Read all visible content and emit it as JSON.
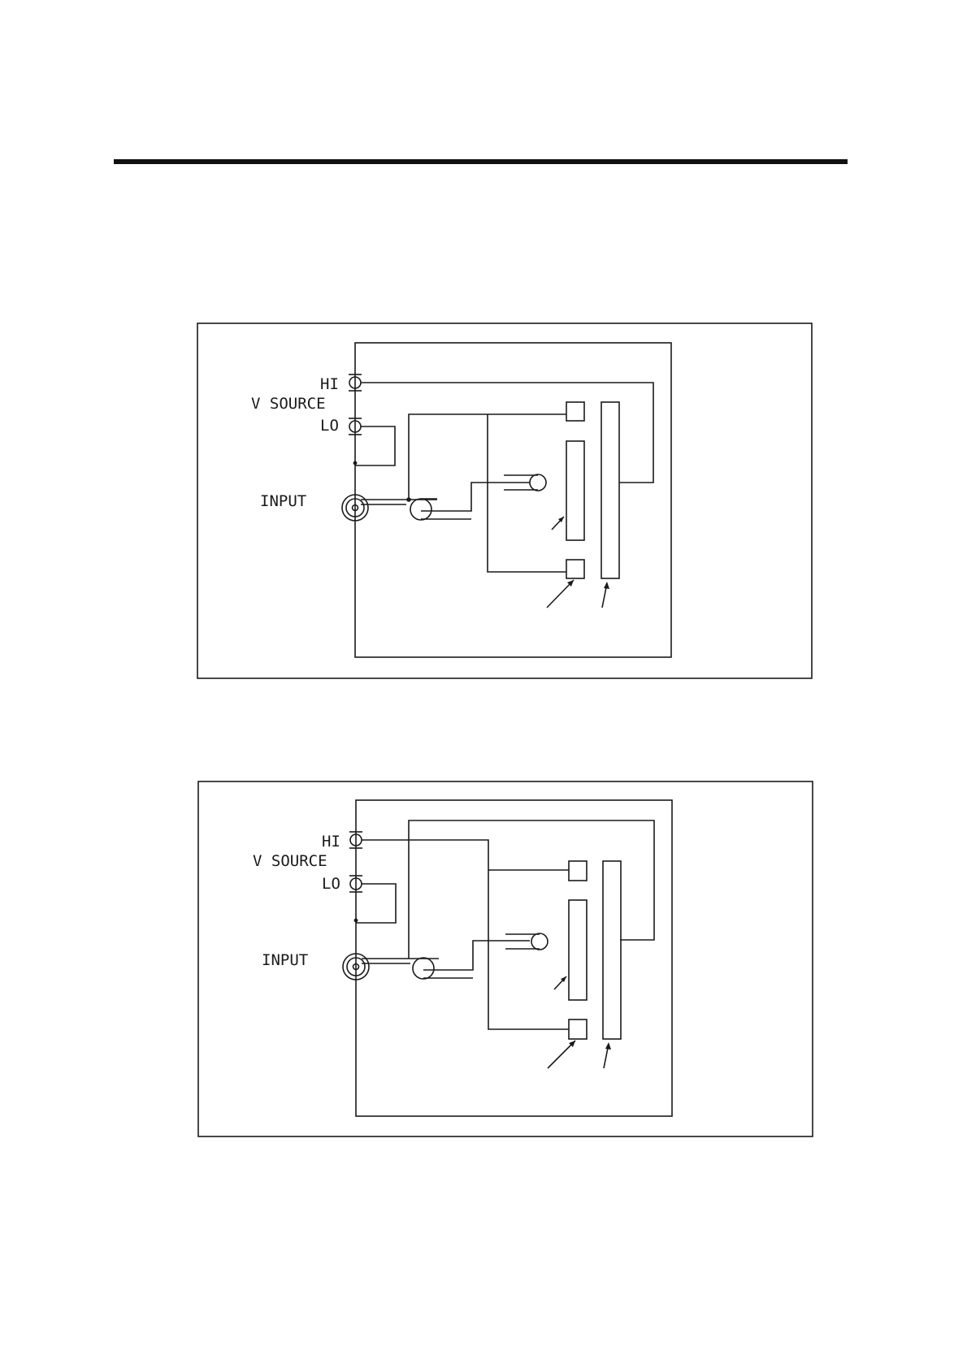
{
  "page": {
    "colors": {
      "ink": "#1a1a1a",
      "background": "#ffffff",
      "rule": "#111111"
    }
  },
  "figures": [
    {
      "labels": {
        "hi": "HI",
        "v_source": "V SOURCE",
        "lo": "LO",
        "input": "INPUT"
      }
    },
    {
      "labels": {
        "hi": "HI",
        "v_source": "V SOURCE",
        "lo": "LO",
        "input": "INPUT"
      }
    }
  ]
}
